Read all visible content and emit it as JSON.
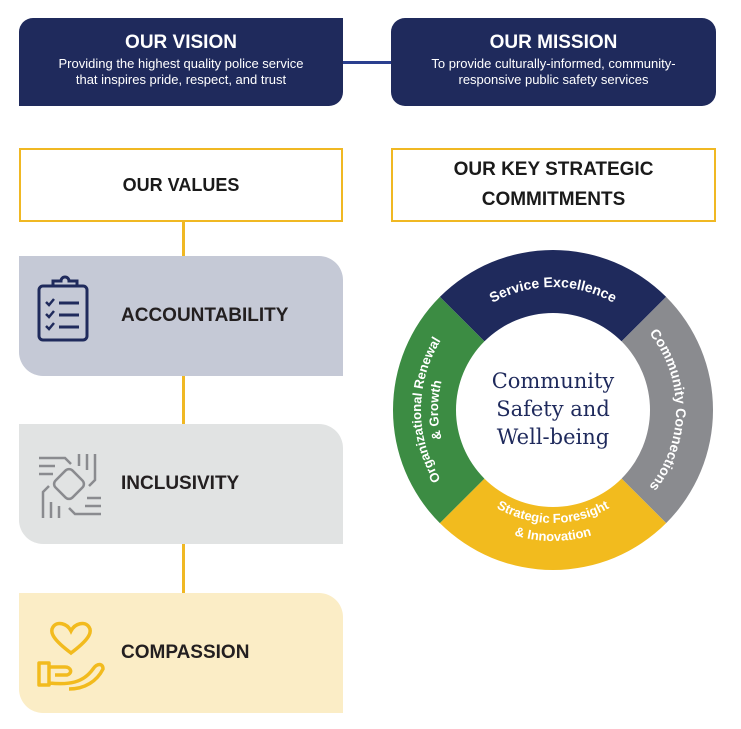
{
  "vision": {
    "title": "OUR VISION",
    "text_line1": "Providing the highest quality police service",
    "text_line2": "that inspires pride, respect, and trust"
  },
  "mission": {
    "title": "OUR MISSION",
    "text_line1": "To provide culturally-informed, community-",
    "text_line2": "responsive public safety services"
  },
  "values": {
    "title": "OUR VALUES",
    "items": [
      {
        "label": "ACCOUNTABILITY",
        "icon": "clipboard-checklist-icon"
      },
      {
        "label": "INCLUSIVITY",
        "icon": "joined-hands-icon"
      },
      {
        "label": "COMPASSION",
        "icon": "heart-in-hand-icon"
      }
    ]
  },
  "commitments": {
    "title_line1": "OUR KEY STRATEGIC",
    "title_line2": "COMMITMENTS",
    "center_line1": "Community",
    "center_line2": "Safety and",
    "center_line3": "Well-being",
    "segments": [
      {
        "label": "Service Excellence",
        "color": "#1f2a5c"
      },
      {
        "label": "Community Connections",
        "color": "#8a8b8f"
      },
      {
        "label_line1": "Strategic Foresight",
        "label_line2": "& Innovation",
        "color": "#f2bb1e"
      },
      {
        "label_line1": "Organizational Renewal",
        "label_line2": "& Growth",
        "color": "#3c8c43"
      }
    ]
  },
  "colors": {
    "navy": "#1f2a5c",
    "accent_yellow": "#f0b823"
  }
}
